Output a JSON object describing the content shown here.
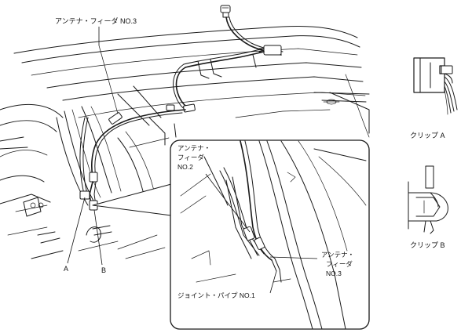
{
  "labels": {
    "feeder3_top": "アンテナ・フィーダ NO.3",
    "callout_a": "A",
    "callout_b": "B",
    "inset_feeder2_line1": "アンテナ・",
    "inset_feeder2_line2": "フィーダ",
    "inset_feeder2_line3": "NO.2",
    "inset_feeder3_line1": "アンテナ・",
    "inset_feeder3_line2": "フィーダ",
    "inset_feeder3_line3": "NO.3",
    "inset_joint_pipe": "ジョイント・パイプ NO.1",
    "clip_a_caption": "クリップ A",
    "clip_b_caption": "クリップ B"
  },
  "colors": {
    "line": "#1a1a1a",
    "background": "#ffffff"
  }
}
